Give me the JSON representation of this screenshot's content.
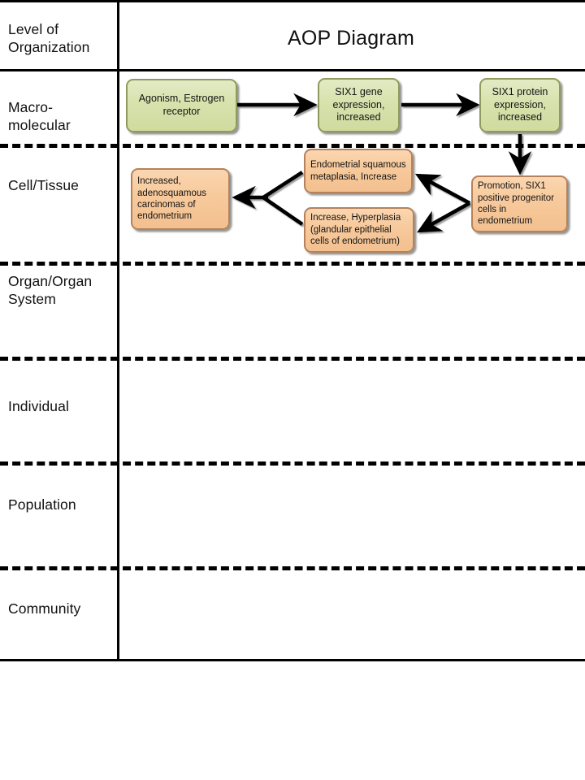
{
  "header": {
    "row_label": "Level of\nOrganization",
    "title": "AOP Diagram"
  },
  "rows": [
    {
      "id": "macro-molecular",
      "label": "Macro-\nmolecular"
    },
    {
      "id": "cell-tissue",
      "label": "Cell/Tissue"
    },
    {
      "id": "organ-organ-system",
      "label": "Organ/Organ\nSystem"
    },
    {
      "id": "individual",
      "label": "Individual"
    },
    {
      "id": "population",
      "label": "Population"
    },
    {
      "id": "community",
      "label": "Community"
    }
  ],
  "nodes": {
    "agonism_estrogen_receptor": "Agonism, Estrogen receptor",
    "six1_gene_expression": "SIX1 gene expression, increased",
    "six1_protein_expression": "SIX1 protein expression, increased",
    "increased_adenosquamous_carcinomas": "Increased, adenosquamous carcinomas of endometrium",
    "endometrial_squamous_metaplasia": "Endometrial squamous metaplasia, Increase",
    "increase_hyperplasia": "Increase, Hyperplasia (glandular epithelial cells of endometrium)",
    "promotion_six1_progenitor": "Promotion, SIX1 positive progenitor cells in endometrium"
  },
  "colors": {
    "molecular_node_fill": "#d7e2ad",
    "molecular_node_border": "#8f9b5e",
    "cell_node_fill": "#f7c99b",
    "cell_node_border": "#b5825b",
    "grid_line": "#000000",
    "arrow": "#000000",
    "background": "#ffffff"
  }
}
